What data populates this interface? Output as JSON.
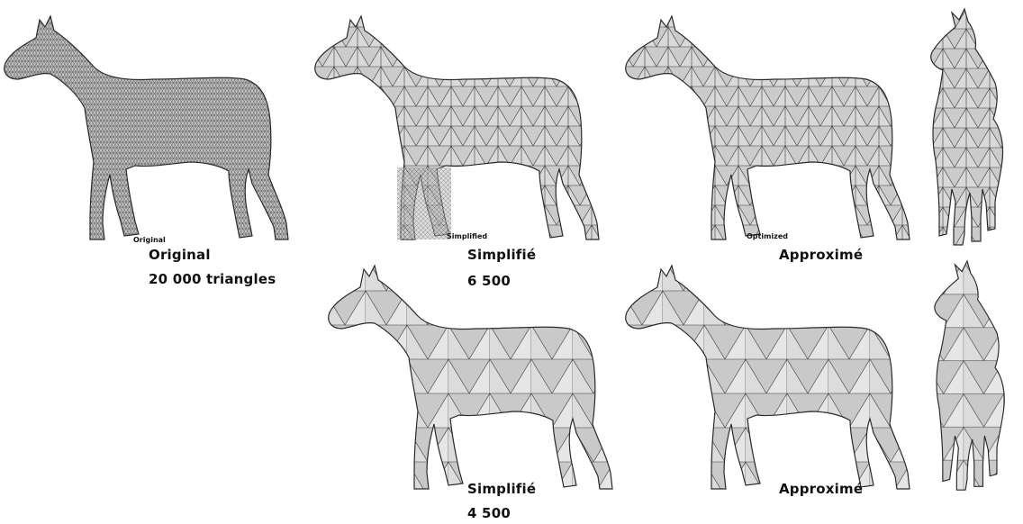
{
  "figure": {
    "panels": [
      {
        "id": "original",
        "tag": "Original",
        "caption": "Original",
        "count": "20 000 triangles",
        "mesh": "dense"
      },
      {
        "id": "simplified_6500",
        "tag": "Simplified",
        "caption": "Simplifié",
        "count": "6 500",
        "mesh": "medium"
      },
      {
        "id": "optimized_top",
        "tag": "Optimized",
        "caption": "Approximé",
        "count": "",
        "mesh": "medium"
      },
      {
        "id": "simplified_4500",
        "tag": "",
        "caption": "Simplifié",
        "count": "4 500",
        "mesh": "coarse"
      },
      {
        "id": "optimized_bottom",
        "tag": "",
        "caption": "Approximé",
        "count": "",
        "mesh": "coarse"
      }
    ],
    "colors": {
      "mesh_fill": "#d6d6d6",
      "mesh_fill_original": "#c4c4c4",
      "edge": "#3a3a3a",
      "dense_edge": "#5a5a5a",
      "text": "#111111"
    }
  }
}
